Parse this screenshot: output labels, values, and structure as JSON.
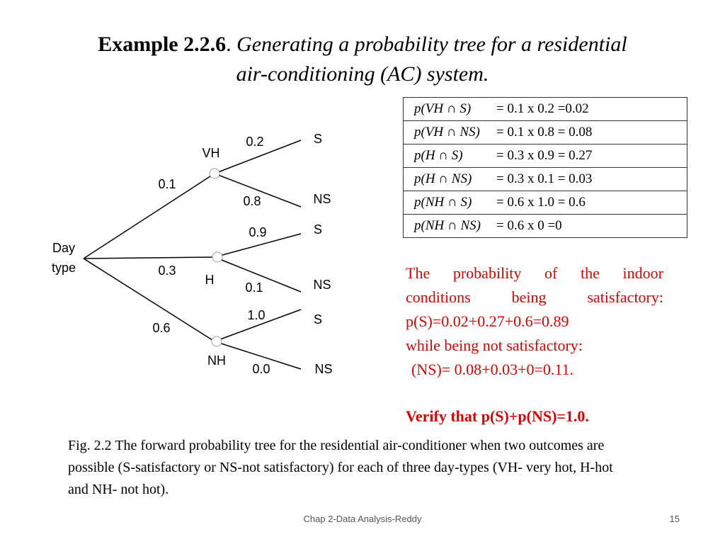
{
  "title": {
    "prefix": "Example 2.2.6",
    "separator": ". ",
    "line1": "Generating a probability tree for a residential",
    "line2": "air-conditioning (AC) system."
  },
  "tree": {
    "root_label_line1": "Day",
    "root_label_line2": "type",
    "day_types": [
      {
        "label": "VH",
        "prob": "0.1",
        "outcomes": [
          {
            "label": "S",
            "prob": "0.2"
          },
          {
            "label": "NS",
            "prob": "0.8"
          }
        ]
      },
      {
        "label": "H",
        "prob": "0.3",
        "outcomes": [
          {
            "label": "S",
            "prob": "0.9"
          },
          {
            "label": "NS",
            "prob": "0.1"
          }
        ]
      },
      {
        "label": "NH",
        "prob": "0.6",
        "outcomes": [
          {
            "label": "S",
            "prob": "1.0"
          },
          {
            "label": "NS",
            "prob": "0.0"
          }
        ]
      }
    ]
  },
  "table": {
    "rows": [
      {
        "expr": "p(VH ∩ S)",
        "value": "= 0.1 x 0.2 =0.02"
      },
      {
        "expr": "p(VH ∩ NS)",
        "value": "= 0.1 x 0.8 = 0.08"
      },
      {
        "expr": "p(H ∩ S)",
        "value": "= 0.3 x 0.9 = 0.27"
      },
      {
        "expr": "p(H ∩ NS)",
        "value": "= 0.3 x 0.1 = 0.03"
      },
      {
        "expr": "p(NH ∩ S)",
        "value": "= 0.6 x 1.0 = 0.6"
      },
      {
        "expr": "p(NH ∩ NS)",
        "value": "= 0.6 x 0 =0"
      }
    ]
  },
  "result": {
    "line1": "The probability of the indoor",
    "line2": "conditions being satisfactory:",
    "line3": "p(S)=0.02+0.27+0.6=0.89",
    "line4": "while being not satisfactory:",
    "line5": "(NS)= 0.08+0.03+0=0.11.",
    "verify": "Verify that p(S)+p(NS)=1.0."
  },
  "caption": "Fig. 2.2 The forward probability tree for the residential air-conditioner when two outcomes are possible (S-satisfactory or NS-not satisfactory) for each of three day-types (VH- very hot, H-hot and NH- not hot).",
  "footer": {
    "text": "Chap 2-Data Analysis-Reddy",
    "page": "15"
  },
  "colors": {
    "emphasis": "#e00000",
    "node_stroke": "#999999"
  }
}
